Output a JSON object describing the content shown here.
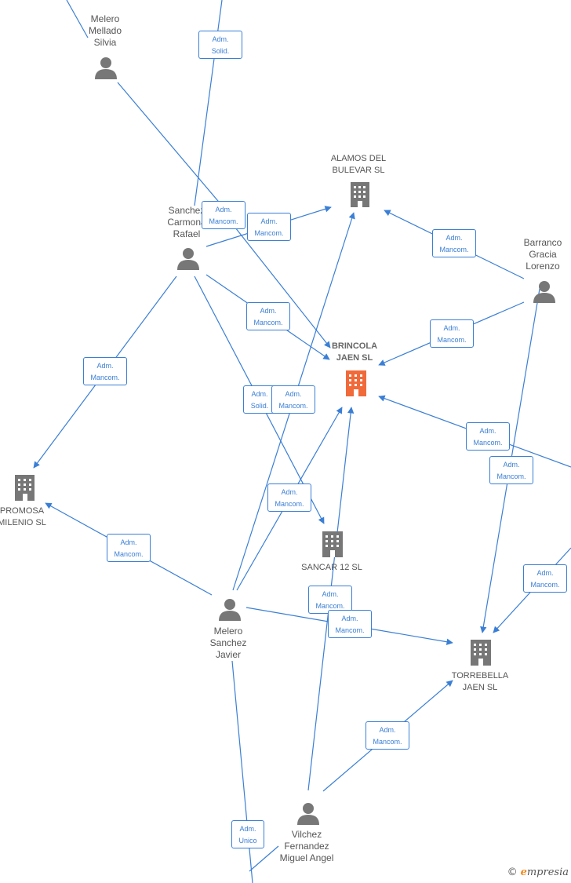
{
  "colors": {
    "edge": "#3a7fd5",
    "person": "#777777",
    "company": "#777777",
    "company_main": "#f06a3a"
  },
  "persons": [
    {
      "id": "p-melero-mellado",
      "name": "Melero\nMellado\nSilvia",
      "icon": "person-icon"
    },
    {
      "id": "p-sanchez-carmona",
      "name": "Sanchez\nCarmona\nRafael",
      "icon": "person-icon"
    },
    {
      "id": "p-barranco",
      "name": "Barranco\nGracia\nLorenzo",
      "icon": "person-icon"
    },
    {
      "id": "p-melero-sanchez",
      "name": "Melero\nSanchez\nJavier",
      "icon": "person-icon"
    },
    {
      "id": "p-vilchez",
      "name": "Vilchez\nFernandez\nMiguel Angel",
      "icon": "person-icon"
    }
  ],
  "companies": [
    {
      "id": "c-alamos",
      "name": "ALAMOS DEL\nBULEVAR SL",
      "icon": "building-icon",
      "main": false
    },
    {
      "id": "c-brincola",
      "name": "BRINCOLA\nJAEN SL",
      "icon": "building-icon",
      "main": true
    },
    {
      "id": "c-promosa",
      "name": "PROMOSA\nMILENIO SL",
      "icon": "building-icon",
      "main": false
    },
    {
      "id": "c-sancar",
      "name": "SANCAR 12 SL",
      "icon": "building-icon",
      "main": false
    },
    {
      "id": "c-torrebella",
      "name": "TORREBELLA\nJAEN SL",
      "icon": "building-icon",
      "main": false
    }
  ],
  "relations": [
    {
      "id": "r1",
      "label": "Adm.\nSolid."
    },
    {
      "id": "r2",
      "label": "Adm.\nMancom."
    },
    {
      "id": "r3",
      "label": "Adm.\nMancom."
    },
    {
      "id": "r4",
      "label": "Adm.\nMancom."
    },
    {
      "id": "r5",
      "label": "Adm.\nMancom."
    },
    {
      "id": "r6",
      "label": "Adm.\nMancom."
    },
    {
      "id": "r7",
      "label": "Adm.\nMancom."
    },
    {
      "id": "r8",
      "label": "Adm.\nSolid."
    },
    {
      "id": "r9",
      "label": "Adm.\nMancom."
    },
    {
      "id": "r10",
      "label": "Adm.\nMancom."
    },
    {
      "id": "r11",
      "label": "Adm.\nMancom."
    },
    {
      "id": "r12",
      "label": "Adm.\nMancom."
    },
    {
      "id": "r13",
      "label": "Adm.\nMancom."
    },
    {
      "id": "r14",
      "label": "Adm.\nMancom."
    },
    {
      "id": "r15",
      "label": "Adm.\nMancom."
    },
    {
      "id": "r16",
      "label": "Adm.\nMancom."
    },
    {
      "id": "r17",
      "label": "Adm.\nMancom."
    },
    {
      "id": "r18",
      "label": "Adm.\nUnico"
    }
  ],
  "footer": {
    "copyright": "©",
    "brand_initial": "e",
    "brand_rest": "mpresia"
  }
}
